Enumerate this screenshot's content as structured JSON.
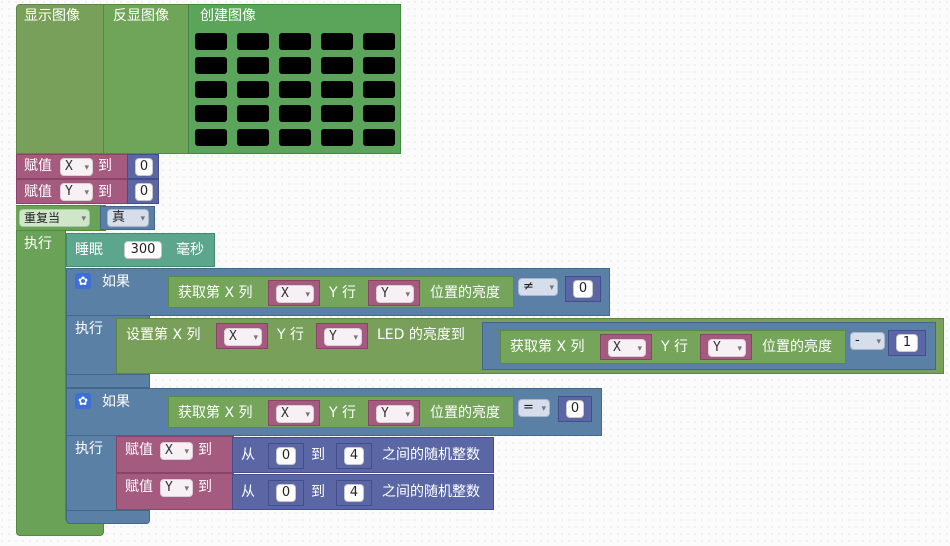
{
  "image_blocks": {
    "show_label": "显示图像",
    "invert_label": "反显图像",
    "create_label": "创建图像",
    "led_rows": 5,
    "led_cols": 5
  },
  "assign_x": {
    "label": "赋值",
    "var": "X",
    "to": "到",
    "value": "0"
  },
  "assign_y": {
    "label": "赋值",
    "var": "Y",
    "to": "到",
    "value": "0"
  },
  "repeat": {
    "label": "重复当",
    "condition": "真",
    "exec": "执行"
  },
  "sleep": {
    "label": "睡眠",
    "value": "300",
    "unit": "毫秒"
  },
  "if1": {
    "if_label": "如果",
    "get_label": "获取第 X 列",
    "x_var": "X",
    "y_row": "Y 行",
    "y_var": "Y",
    "pos_brightness": "位置的亮度",
    "op": "≠",
    "compare_value": "0",
    "exec": "执行",
    "set_label": "设置第 X 列",
    "set_x_var": "X",
    "set_y_row": "Y 行",
    "set_y_var": "Y",
    "led_brightness_to": "LED 的亮度到",
    "inner_get_label": "获取第 X 列",
    "inner_x_var": "X",
    "inner_y_row": "Y 行",
    "inner_y_var": "Y",
    "inner_pos_brightness": "位置的亮度",
    "minus_op": "-",
    "minus_value": "1"
  },
  "if2": {
    "if_label": "如果",
    "get_label": "获取第 X 列",
    "x_var": "X",
    "y_row": "Y 行",
    "y_var": "Y",
    "pos_brightness": "位置的亮度",
    "op": "=",
    "compare_value": "0",
    "exec": "执行",
    "assign1": {
      "label": "赋值",
      "var": "X",
      "to": "到",
      "from": "从",
      "min": "0",
      "between": "到",
      "max": "4",
      "suffix": "之间的随机整数"
    },
    "assign2": {
      "label": "赋值",
      "var": "Y",
      "to": "到",
      "from": "从",
      "min": "0",
      "between": "到",
      "max": "4",
      "suffix": "之间的随机整数"
    }
  }
}
